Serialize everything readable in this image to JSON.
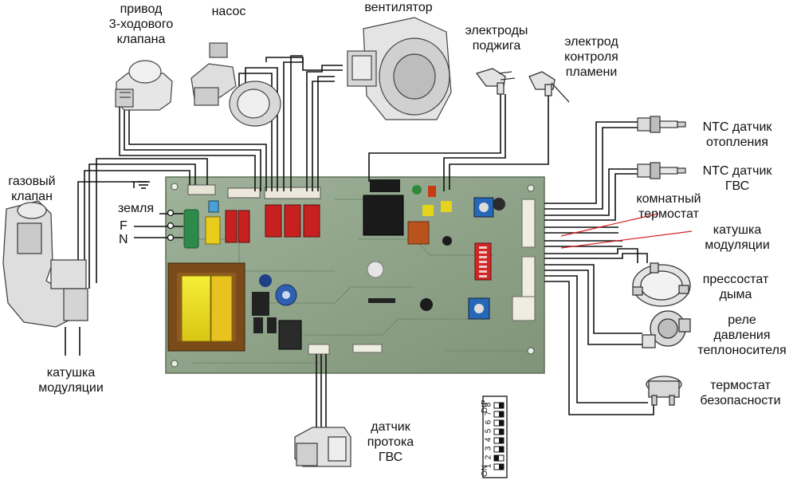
{
  "labels": {
    "valve_drive": [
      "привод",
      "3-ходового",
      "клапана"
    ],
    "pump": "насос",
    "fan": "вентилятор",
    "ignition_electrodes": [
      "электроды",
      "поджига"
    ],
    "flame_electrode": [
      "электрод",
      "контроля",
      "пламени"
    ],
    "gas_valve": [
      "газовый",
      "клапан"
    ],
    "earth": "земля",
    "phase_f": "F",
    "neutral_n": "N",
    "modulation_coil_left": [
      "катушка",
      "модуляции"
    ],
    "ntc_heating": [
      "NTC датчик",
      "отопления"
    ],
    "ntc_dhw": [
      "NTC датчик",
      "ГВС"
    ],
    "room_thermostat": [
      "комнатный",
      "термостат"
    ],
    "modulation_coil_right": [
      "катушка",
      "модуляции"
    ],
    "smoke_pressostat": [
      "прессостат",
      "дыма"
    ],
    "pressure_relay": [
      "реле",
      "давления",
      "теплоносителя"
    ],
    "safety_thermostat": [
      "термостат",
      "безопасности"
    ],
    "dhw_flow_sensor": [
      "датчик",
      "протока",
      "ГВС"
    ]
  },
  "dip_switch": {
    "label_top": "DIP",
    "label_bottom": "ON",
    "numbers": [
      "1",
      "2",
      "3",
      "4",
      "5",
      "6",
      "7",
      "8"
    ],
    "positions_on": [
      false,
      true,
      false,
      false,
      false,
      false,
      false,
      false
    ]
  },
  "colors": {
    "board": "#8fa38a",
    "wire": "#111111",
    "red_line": "#d62020"
  }
}
